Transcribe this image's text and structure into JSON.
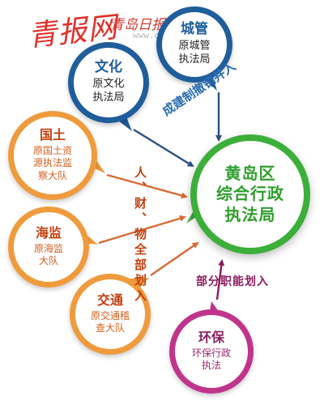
{
  "watermark": {
    "logo": "青报网",
    "name": "青岛日报官网",
    "url": "www.dailyqd.com"
  },
  "center": {
    "lines": [
      "黄岛区",
      "综合行政",
      "执法局"
    ],
    "color": "#3cae3a"
  },
  "sources": [
    {
      "title": "文化",
      "desc_lines": [
        "原文化",
        "执法局"
      ],
      "color": "#1f5d9b"
    },
    {
      "title": "城管",
      "desc_lines": [
        "原城管",
        "执法局"
      ],
      "color": "#1f5d9b"
    },
    {
      "title": "国土",
      "desc_lines": [
        "原国土资",
        "源执法监",
        "察大队"
      ],
      "color": "#ef9b3d"
    },
    {
      "title": "海监",
      "desc_lines": [
        "原海监",
        "大队"
      ],
      "color": "#ef9b3d"
    },
    {
      "title": "交通",
      "desc_lines": [
        "原交通稽",
        "查大队"
      ],
      "color": "#ef9b3d"
    },
    {
      "title": "环保",
      "desc_lines": [
        "环保行政",
        "执法"
      ],
      "color": "#c0348c"
    }
  ],
  "arrow_labels": {
    "merge": "成建制撤销并入",
    "people_assets": "人、财、物全部划入",
    "partial": "部分职能划入"
  }
}
